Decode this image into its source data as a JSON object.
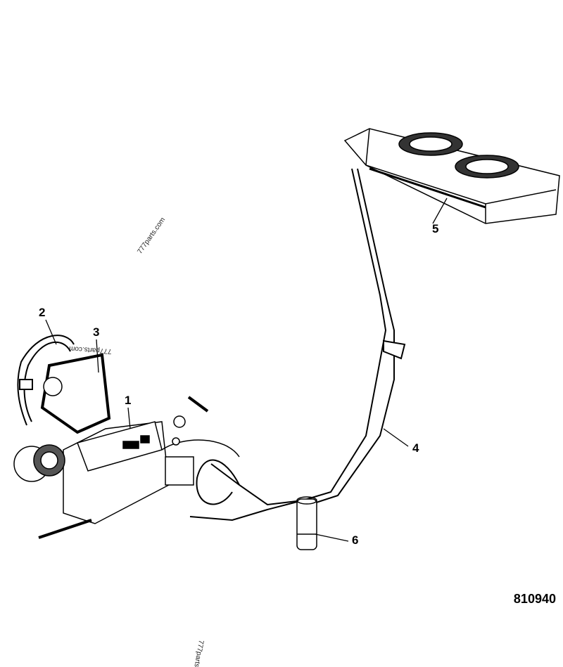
{
  "callouts": {
    "c1": "1",
    "c2": "2",
    "c3": "3",
    "c4": "4",
    "c5": "5",
    "c6": "6"
  },
  "figure_number": "810940",
  "watermarks": {
    "w1": "777parts.com",
    "w2": "777parts.com",
    "w3": "777parts.com"
  }
}
